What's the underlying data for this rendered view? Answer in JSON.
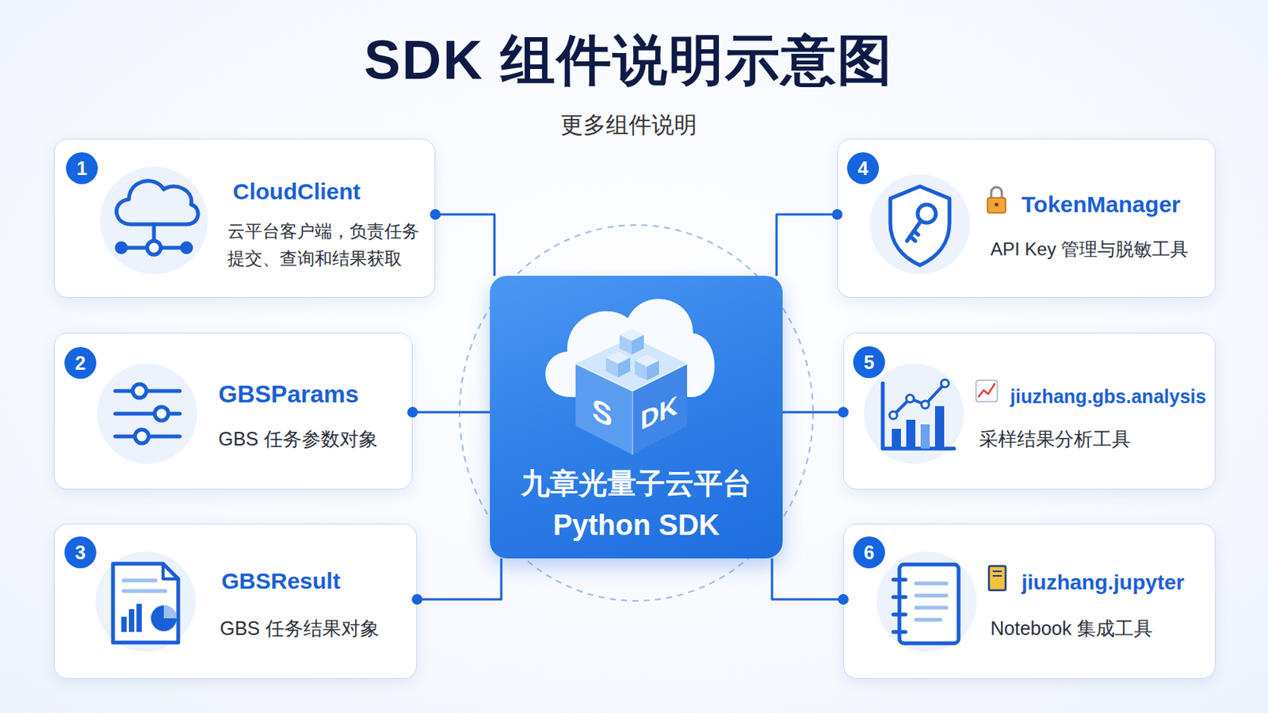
{
  "diagram": {
    "title": "SDK 组件说明示意图",
    "nodes": [
      {
        "text": [
          "CloudClient",
          "云平台客户端，负责任务提交、查询和结果获取"
        ]
      },
      {
        "text": [
          "GBSParams",
          "GBS 任务参数对象"
        ]
      },
      {
        "text": [
          "GBSResult",
          "GBS 任务结果对象"
        ]
      },
      {
        "text": [
          "TokenManager",
          "API Key 管理与脱敏工具"
        ]
      },
      {
        "text": [
          "jiuzhang.gbs.analysis",
          "采样结果分析工具"
        ]
      },
      {
        "text": [
          "jiuzhang.jupyter",
          "Notebook 集成工具"
        ]
      },
      {
        "text": [
          "九章光量子云平台 Python SDK"
        ]
      }
    ],
    "edges": [
      {
        "from": 0,
        "to": 6,
        "arrow": "none"
      },
      {
        "from": 1,
        "to": 6,
        "arrow": "none"
      },
      {
        "from": 2,
        "to": 6,
        "arrow": "none"
      },
      {
        "from": 3,
        "to": 6,
        "arrow": "none"
      },
      {
        "from": 4,
        "to": 6,
        "arrow": "none"
      },
      {
        "from": 5,
        "to": 6,
        "arrow": "none"
      }
    ],
    "labels": [
      "更多组件说明",
      "1",
      "2",
      "3",
      "4",
      "5",
      "6",
      "S",
      "DK"
    ]
  }
}
